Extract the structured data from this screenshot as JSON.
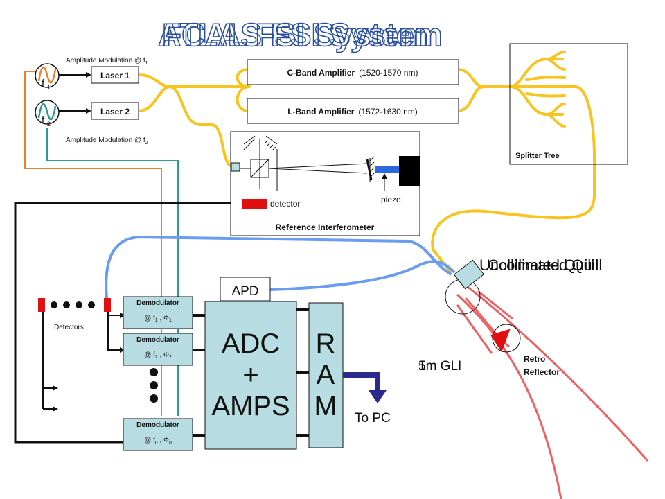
{
  "title_overlay": [
    "ATLAS FSI System",
    "FCAL FSI System"
  ],
  "colors": {
    "fiber": "#f7c520",
    "blue_fiber": "#6a9cf0",
    "beam": "#f06060",
    "orange": "#e8822a",
    "teal": "#2a9a9a",
    "box_fill": "#b7dde3",
    "title_stroke": "#2a4ea0",
    "detector_red": "#e01010"
  },
  "lasers": [
    {
      "label": "Laser 1",
      "freq_label": "f",
      "freq_sub": "1",
      "mod_label": "Amplitude Modulation @ f",
      "mod_sub": "1"
    },
    {
      "label": "Laser 2",
      "freq_label": "f",
      "freq_sub": "2",
      "mod_label": "Amplitude Modulation @ f",
      "mod_sub": "2"
    }
  ],
  "amplifiers": [
    {
      "name": "C-Band Amplifier",
      "range": "(1520-1570 nm)"
    },
    {
      "name": "L-Band Amplifier",
      "range": "(1572-1630 nm)"
    }
  ],
  "splitter_label": "Splitter Tree",
  "interferometer": {
    "label": "Reference Interferometer",
    "detector": "detector",
    "piezo": "piezo"
  },
  "detectors_label": "Detectors",
  "demodulators": [
    {
      "title": "Demodulator",
      "at": "@ f",
      "sub": "1",
      "phi": "1"
    },
    {
      "title": "Demodulator",
      "at": "@ f",
      "sub": "2",
      "phi": "2"
    },
    {
      "title": "Demodulator",
      "at": "@ f",
      "sub": "n",
      "phi": "n"
    }
  ],
  "apd_label": "APD",
  "adc_lines": [
    "ADC",
    "+",
    "AMPS"
  ],
  "ram_lines": [
    "R",
    "A",
    "M"
  ],
  "to_pc": "To PC",
  "quill_overlay": [
    "Uncollimated Quill",
    "Collimated Quill"
  ],
  "gli_overlay": [
    "1m GLI",
    "5m GLI"
  ],
  "retro_lines": [
    "Retro",
    "Reflector"
  ]
}
